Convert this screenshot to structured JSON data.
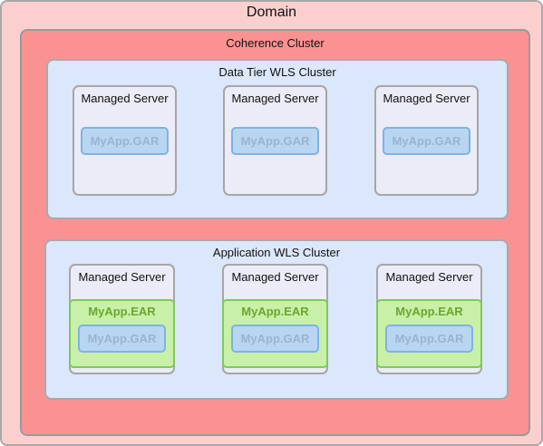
{
  "domain": {
    "label": "Domain"
  },
  "coherence_cluster": {
    "label": "Coherence Cluster"
  },
  "data_tier_cluster": {
    "label": "Data Tier WLS Cluster",
    "servers": [
      {
        "label": "Managed Server",
        "gar": "MyApp.GAR"
      },
      {
        "label": "Managed Server",
        "gar": "MyApp.GAR"
      },
      {
        "label": "Managed Server",
        "gar": "MyApp.GAR"
      }
    ]
  },
  "application_cluster": {
    "label": "Application WLS Cluster",
    "servers": [
      {
        "label": "Managed Server",
        "ear": "MyApp.EAR",
        "gar": "MyApp.GAR"
      },
      {
        "label": "Managed Server",
        "ear": "MyApp.EAR",
        "gar": "MyApp.GAR"
      },
      {
        "label": "Managed Server",
        "ear": "MyApp.EAR",
        "gar": "MyApp.GAR"
      }
    ]
  }
}
